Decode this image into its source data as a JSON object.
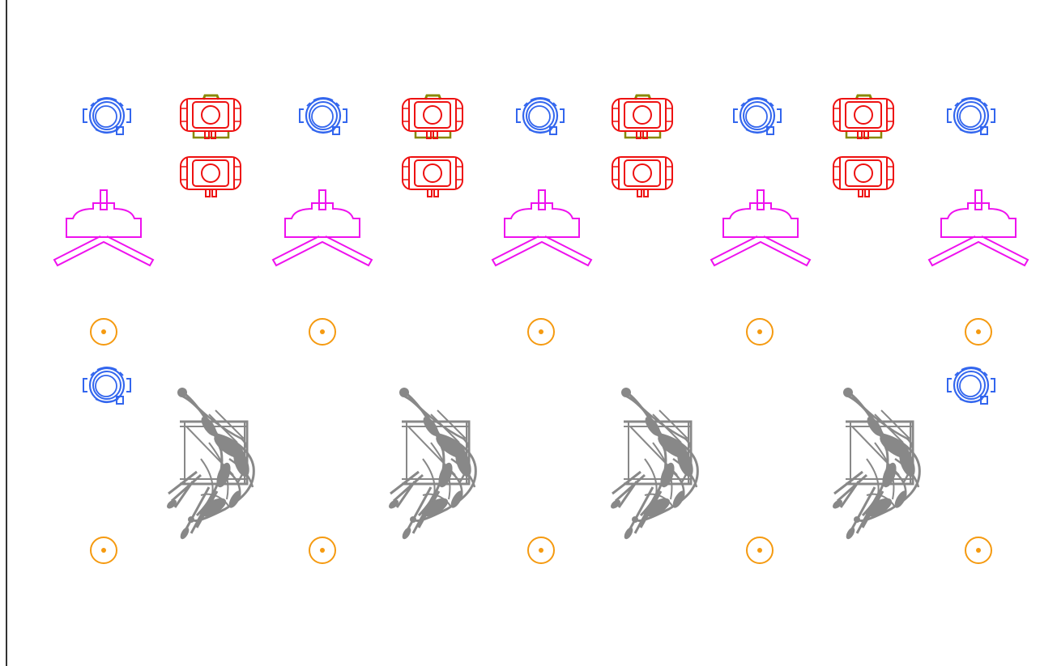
{
  "drawing": {
    "colors": {
      "background": "#ffffff",
      "frame": "#333333",
      "ptz_camera": "#3366ee",
      "red_fixture": "#ee1111",
      "red_fixture_accent": "#888800",
      "tripod_stand": "#ee11ee",
      "floor_marker": "#f59a10",
      "grey_figure": "#888888"
    },
    "symbols": [
      {
        "type": "ptz-camera",
        "count": 7
      },
      {
        "type": "red-fixture-with-bracket",
        "count": 4
      },
      {
        "type": "red-fixture",
        "count": 4
      },
      {
        "type": "tripod-stand",
        "count": 5
      },
      {
        "type": "floor-marker",
        "count": 10
      },
      {
        "type": "grey-figure-with-frame",
        "count": 4
      }
    ]
  }
}
